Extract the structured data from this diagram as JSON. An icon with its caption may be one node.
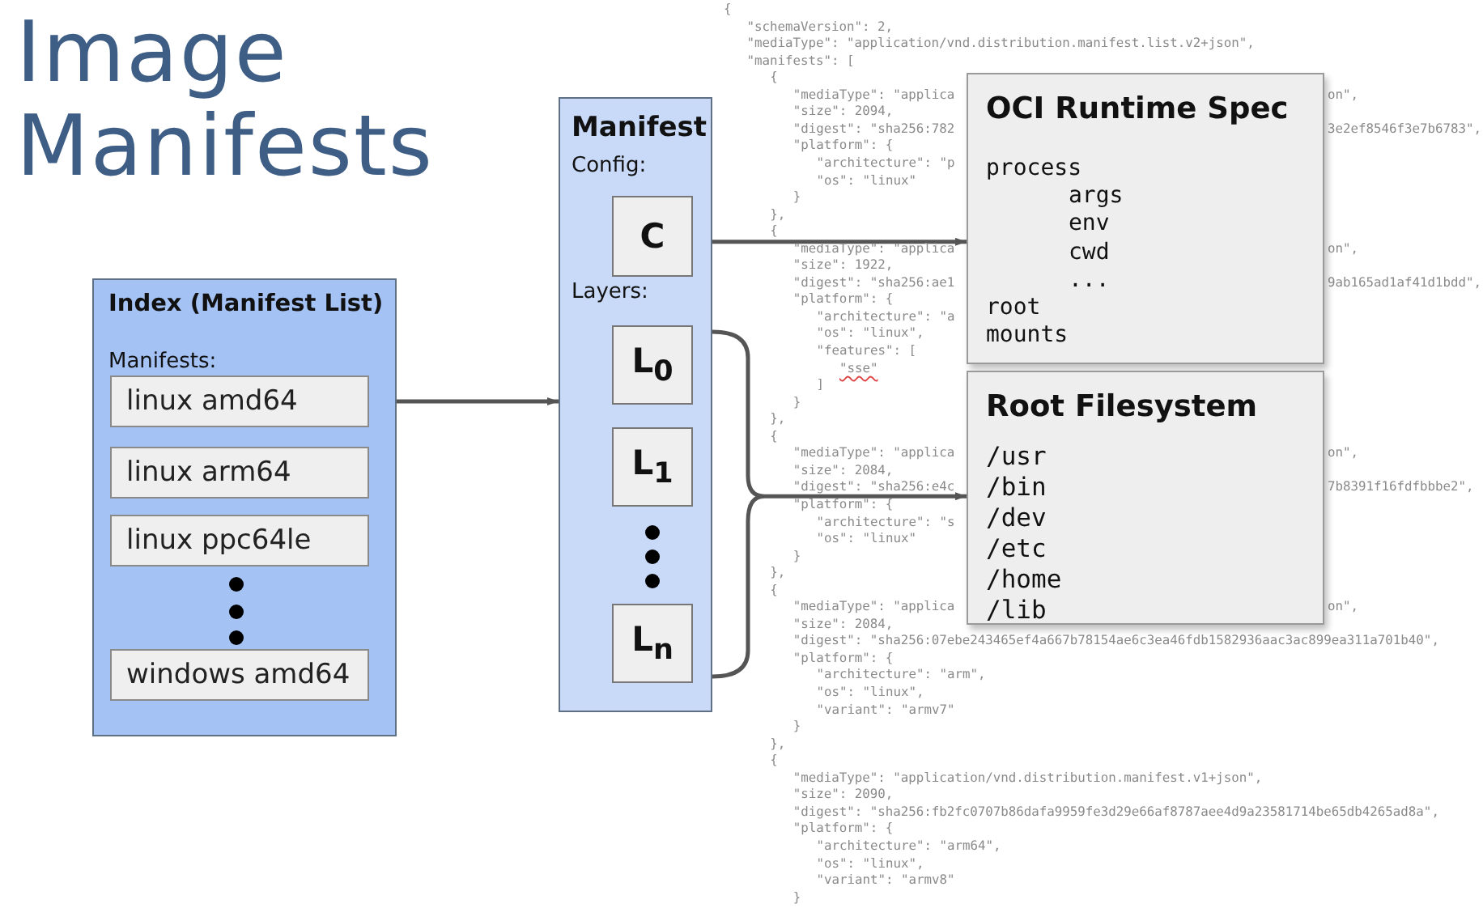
{
  "diagram": {
    "title": "Image Manifests",
    "nodes": [
      {
        "text": [
          "Index (Manifest List)",
          "Manifests:"
        ]
      },
      {
        "text": [
          "linux amd64"
        ],
        "in": 0
      },
      {
        "text": [
          "linux arm64"
        ],
        "in": 0
      },
      {
        "text": [
          "linux ppc64le"
        ],
        "in": 0
      },
      {
        "text": [
          "windows amd64"
        ],
        "in": 0
      },
      {
        "text": [
          "Manifest",
          "Config:",
          "Layers:"
        ]
      },
      {
        "text": [
          "C"
        ],
        "in": 5
      },
      {
        "text": [
          "L$_{0}$"
        ],
        "in": 5
      },
      {
        "text": [
          "L$_{1}$"
        ],
        "in": 5
      },
      {
        "text": [
          "L$_{n}$"
        ],
        "in": 5
      },
      {
        "text": [
          "OCI Runtime Spec",
          "process",
          "args",
          "env",
          "cwd",
          "...",
          "root",
          "mounts"
        ]
      },
      {
        "text": [
          "Root Filesystem",
          "/usr",
          "/bin",
          "/dev",
          "/etc",
          "/home",
          "/lib"
        ]
      }
    ],
    "edges": [
      {
        "from": 1,
        "to": 5,
        "arrow": "to"
      },
      {
        "from": 6,
        "to": 10,
        "arrow": "to"
      },
      {
        "from": 5,
        "to": 11,
        "arrow": "to"
      }
    ],
    "labels": [
      "{",
      "\"schemaVersion\": 2,",
      "\"mediaType\": \"application/vnd.distribution.manifest.list.v2+json\",",
      "\"manifests\": [",
      "{",
      "\"mediaType\": \"applica",
      "on\",",
      "\"size\": 2094,",
      "\"digest\": \"sha256:782",
      "3e2ef8546f3e7b6783\",",
      "\"platform\": {",
      "\"architecture\": \"p",
      "\"os\": \"linux\"",
      "}",
      "},",
      "{",
      "\"mediaType\": \"applica",
      "on\",",
      "\"size\": 1922,",
      "\"digest\": \"sha256:ae1",
      "9ab165ad1af41d1bdd\",",
      "\"platform\": {",
      "\"architecture\": \"a",
      "\"os\": \"linux\",",
      "\"features\": [",
      "\"sse\"",
      "]",
      "}",
      "},",
      "{",
      "\"mediaType\": \"applica",
      "on\",",
      "\"size\": 2084,",
      "\"digest\": \"sha256:e4c",
      "7b8391f16fdfbbbe2\",",
      "\"platform\": {",
      "\"architecture\": \"s",
      "\"os\": \"linux\"",
      "}",
      "},",
      "{",
      "\"mediaType\": \"applica",
      "on\",",
      "\"size\": 2084,",
      "\"digest\": \"sha256:07ebe243465ef4a667b78154ae6c3ea46fdb1582936aac3ac899ea311a701b40\",",
      "\"platform\": {",
      "\"architecture\": \"arm\",",
      "\"os\": \"linux\",",
      "\"variant\": \"armv7\"",
      "}",
      "},",
      "{",
      "\"mediaType\": \"application/vnd.distribution.manifest.v1+json\",",
      "\"size\": 2090,",
      "\"digest\": \"sha256:fb2fc0707b86dafa9959fe3d29e66af8787aee4d9a23581714be65db4265ad8a\",",
      "\"platform\": {",
      "\"architecture\": \"arm64\",",
      "\"os\": \"linux\",",
      "\"variant\": \"armv8\"",
      "}"
    ]
  }
}
